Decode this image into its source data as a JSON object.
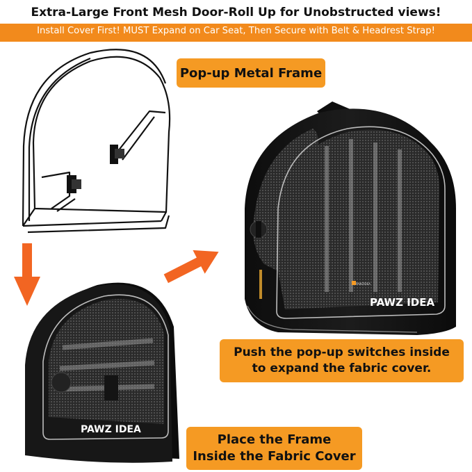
{
  "header": {
    "title": "Extra-Large Front Mesh Door-Roll Up for Unobstructed views!",
    "subtitle": "Install Cover First! MUST Expand on Car Seat, Then Secure with Belt & Headrest Strap!"
  },
  "labels": {
    "frame": "Pop-up Metal Frame",
    "push_line1": "Push the pop-up switches inside",
    "push_line2": "to expand the fabric cover.",
    "place_line1": "Place the Frame",
    "place_line2": "Inside the Fabric Cover"
  },
  "brand": {
    "name": "PAWZ IDEA",
    "tag": "PAWZIDEA"
  },
  "colors": {
    "accent": "#f59a23",
    "arrow": "#f26522",
    "carrier": "#161616"
  },
  "icons": [
    "down-arrow-icon",
    "diagonal-arrow-icon"
  ]
}
